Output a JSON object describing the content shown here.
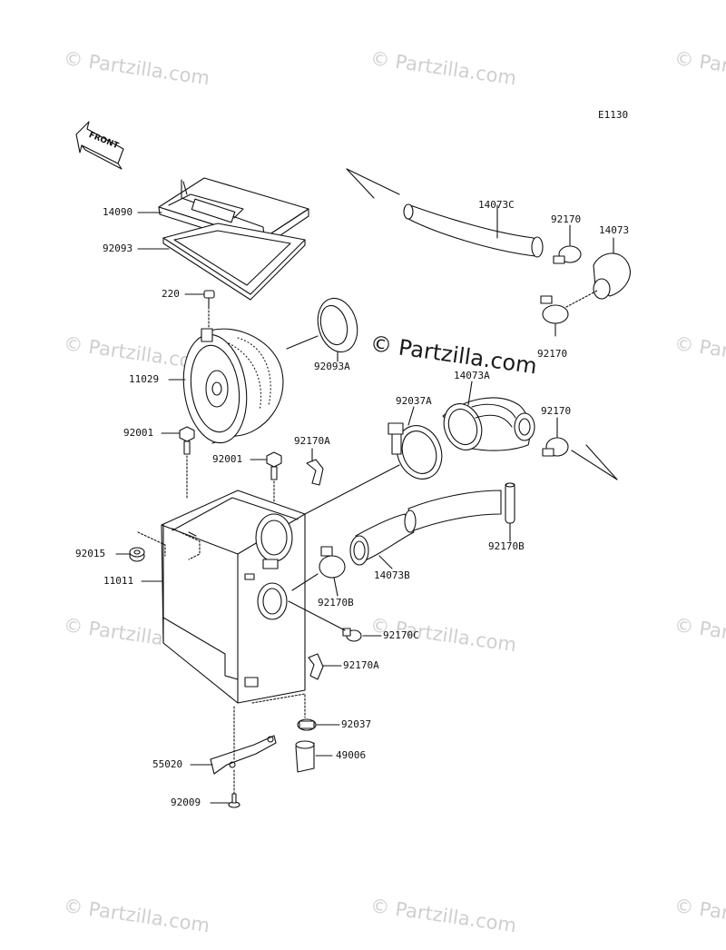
{
  "diagram_code": "E1130",
  "front_label": "FRONT",
  "watermark": {
    "text": "© Partzilla.com"
  },
  "parts": [
    {
      "id": "p14090",
      "label": "14090"
    },
    {
      "id": "p92093",
      "label": "92093"
    },
    {
      "id": "p220",
      "label": "220"
    },
    {
      "id": "p11029",
      "label": "11029"
    },
    {
      "id": "p92093A",
      "label": "92093A"
    },
    {
      "id": "p92001a",
      "label": "92001"
    },
    {
      "id": "p92001b",
      "label": "92001"
    },
    {
      "id": "p92170A_top",
      "label": "92170A"
    },
    {
      "id": "p92015",
      "label": "92015"
    },
    {
      "id": "p11011",
      "label": "11011"
    },
    {
      "id": "p14073C",
      "label": "14073C"
    },
    {
      "id": "p92170_a",
      "label": "92170"
    },
    {
      "id": "p14073",
      "label": "14073"
    },
    {
      "id": "p92170_b",
      "label": "92170"
    },
    {
      "id": "p92037A",
      "label": "92037A"
    },
    {
      "id": "p14073A",
      "label": "14073A"
    },
    {
      "id": "p92170_c",
      "label": "92170"
    },
    {
      "id": "p92170B_right",
      "label": "92170B"
    },
    {
      "id": "p14073B",
      "label": "14073B"
    },
    {
      "id": "p92170B_mid",
      "label": "92170B"
    },
    {
      "id": "p92170C",
      "label": "92170C"
    },
    {
      "id": "p92170A_bot",
      "label": "92170A"
    },
    {
      "id": "p92037",
      "label": "92037"
    },
    {
      "id": "p49006",
      "label": "49006"
    },
    {
      "id": "p55020",
      "label": "55020"
    },
    {
      "id": "p92009",
      "label": "92009"
    }
  ]
}
